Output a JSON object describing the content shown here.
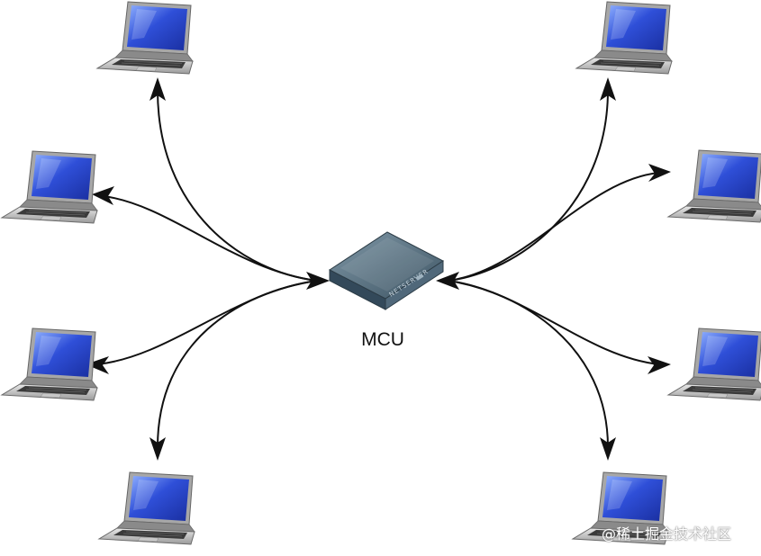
{
  "center_node": {
    "label": "MCU",
    "icon": "server-icon",
    "case_text": "NETSERVER"
  },
  "client_nodes": [
    {
      "icon": "laptop-icon"
    },
    {
      "icon": "laptop-icon"
    },
    {
      "icon": "laptop-icon"
    },
    {
      "icon": "laptop-icon"
    },
    {
      "icon": "laptop-icon"
    },
    {
      "icon": "laptop-icon"
    },
    {
      "icon": "laptop-icon"
    },
    {
      "icon": "laptop-icon"
    }
  ],
  "connection_type": "bidirectional-arrow",
  "watermark": "@稀土掘金技术社区",
  "colors": {
    "screen": "#2f4fd8",
    "server": "#4a6474",
    "arrow": "#111111"
  }
}
